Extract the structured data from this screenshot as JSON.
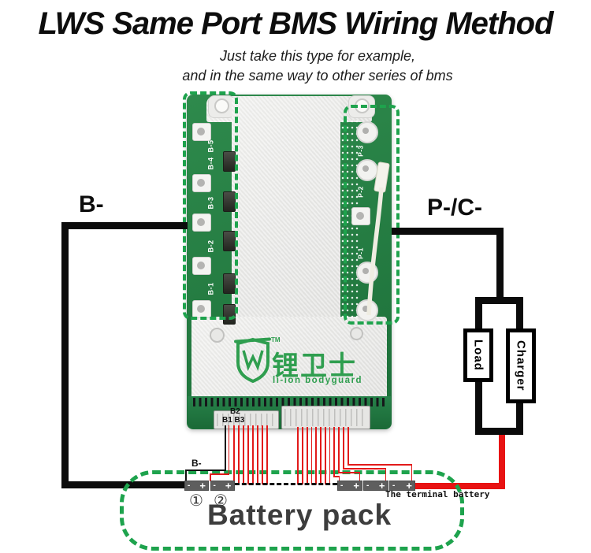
{
  "header": {
    "title": "LWS Same Port BMS Wiring Method",
    "subtitle1": "Just take this type for example,",
    "subtitle2": "and in the same way to other series of bms"
  },
  "wiring": {
    "left_label": "B-",
    "right_label": "P-/C-",
    "load_label": "Load",
    "charger_label": "Charger"
  },
  "board": {
    "logo": {
      "tm": "TM",
      "cn": "锂卫士",
      "en": "li-ion bodyguard"
    },
    "left_terminals": [
      "B-5",
      "B-4",
      "B-3",
      "B-2",
      "B-1"
    ],
    "right_terminals": [
      "P-3",
      "P-2",
      "P-1"
    ],
    "balance": {
      "b2": "B2",
      "b1b3": "B1 B3"
    }
  },
  "battery": {
    "pack_label": "Battery pack",
    "terminal_note": "The terminal battery",
    "sense_label": "B-",
    "num1": "①",
    "num2": "②",
    "minus": "-",
    "plus": "+"
  },
  "colors": {
    "highlight_green": "#1ea34d",
    "wire_black": "#0b0b0b",
    "wire_red": "#e81313",
    "pcb_green": "#27824a",
    "logo_green": "#2f9e4f",
    "battery_text": "#3d3d3d"
  }
}
